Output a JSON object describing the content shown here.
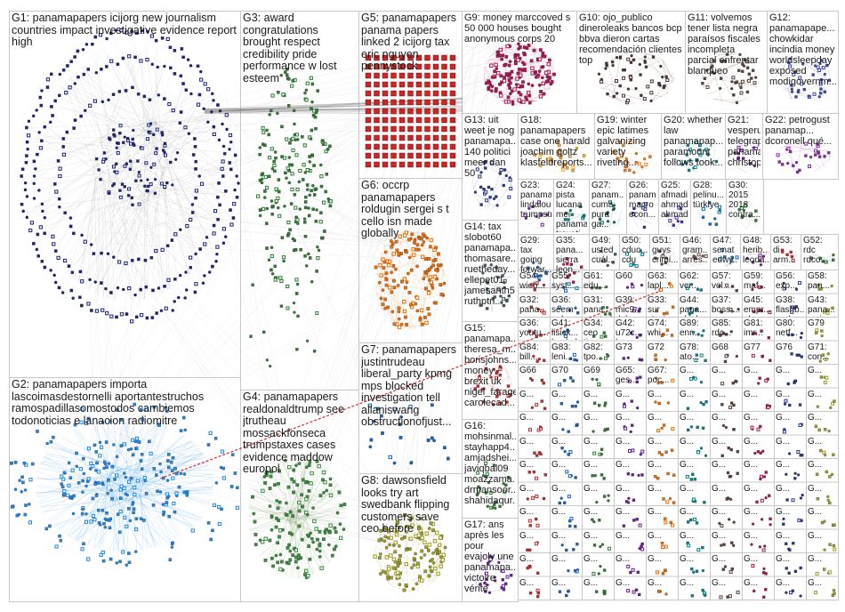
{
  "groups": [
    {
      "id": "G1",
      "text": "G1: panamapapers icijorg new journalism countries impact investigative evidence report high",
      "color": "#1a237e",
      "kind": "ring"
    },
    {
      "id": "G2",
      "text": "G2: panamapapers importa lascoimasdestornelli aportantestruchos ramospadillasomostodos cambiemos todonoticias e lanacion radiomitre",
      "color": "#1e88e5",
      "kind": "blob"
    },
    {
      "id": "G3",
      "text": "G3: award congratulations brought respect credibility pride performance w lost esteem",
      "color": "#2e7d32",
      "kind": "column"
    },
    {
      "id": "G4",
      "text": "G4: panamapapers realdonaldtrump see jtrutheau mossackfonseca trumpstaxes cases evidence maddow europol",
      "color": "#388e3c",
      "kind": "cloud"
    },
    {
      "id": "G5",
      "text": "G5: panamapapers panama papers linked 2 icijorg tax eric nguyen pennystock",
      "color": "#c62828",
      "kind": "grid"
    },
    {
      "id": "G6",
      "text": "G6: occrp panamapapers roldugin sergei s t cello isn made globally",
      "color": "#ef6c00",
      "kind": "oval"
    },
    {
      "id": "G7",
      "text": "G7: panamapapers justintrudeau liberal_party kpmg mps blocked investigation tell allaniswang obstructionofjust...",
      "color": "#1565c0",
      "kind": "scatter"
    },
    {
      "id": "G8",
      "text": "G8: dawsonsfield looks try art swedbank flipping customers save ceo before",
      "color": "#9e9d24",
      "kind": "oval"
    },
    {
      "id": "G9",
      "text": "G9: money marccoved s 50 000 houses bought anonymous corps 20",
      "color": "#ad1457",
      "kind": "oval"
    },
    {
      "id": "G10",
      "text": "G10: ojo_publico dineroleaks bancos bcp bbva dieron cartas recomendación clientes top",
      "color": "#4e342e",
      "kind": "cluster"
    },
    {
      "id": "G11",
      "text": "G11: volvemos tener lista negra paraísos fiscales incompleta parcial enfrentar blanqueo",
      "color": "#5d4037",
      "kind": "cluster"
    },
    {
      "id": "G12",
      "text": "G12: panamapape... chowkidar incindia money worldsleepday exposed modigovernm...",
      "color": "#3949ab",
      "kind": "cluster"
    },
    {
      "id": "G13",
      "text": "G13: uit weet je nog panamapa... 140 politici meer dan 50",
      "color": "#283593",
      "kind": "cluster"
    },
    {
      "id": "G14",
      "text": "G14: tax slobot60 panamapa... thomasare... ruetheday... ellepet01 jamesanth5 ruthptn...",
      "color": "#455a64",
      "kind": "cluster"
    },
    {
      "id": "G15",
      "text": "G15: panamapa... theresa_m... borisjohns... money brexit uk nigel_farage carolecad...",
      "color": "#c62828",
      "kind": "cluster"
    },
    {
      "id": "G16",
      "text": "G16: mohsinmal... stayhapp4... amjadshei... javiqbal09 moazzama... drmansoor... shahidaqur...",
      "color": "#2e7d32",
      "kind": "cluster"
    },
    {
      "id": "G17",
      "text": "G17: ans après les pour evajoly une panamapa... victoire vérité",
      "color": "#6a1b9a",
      "kind": "cluster"
    },
    {
      "id": "G18",
      "text": "G18: panamapapers case one harald joachim goltz klasfeldreports...",
      "color": "#f9a825",
      "kind": "cluster"
    },
    {
      "id": "G19",
      "text": "G19: winter epic latimes galvanizing variety riveting...",
      "color": "#f57f17",
      "kind": "cluster"
    },
    {
      "id": "G20",
      "text": "G20: whether law panamapap... paramount follows took...",
      "color": "#00838f",
      "kind": "cluster"
    },
    {
      "id": "G21",
      "text": "G21: vesperuk telegraph panamapap... christopher...",
      "color": "#6a1b9a",
      "kind": "cluster"
    },
    {
      "id": "G22",
      "text": "G22: petrogust panamap... dcoronell qué...",
      "color": "#8e24aa",
      "kind": "cluster"
    },
    {
      "id": "G23",
      "text": "G23: panamapapers lindalou07... trumpstraff...",
      "color": "#7b1fa2",
      "kind": "cluster"
    },
    {
      "id": "G24",
      "text": "G24: pista lucana mei panamap... trovati...",
      "color": "#00897b",
      "kind": "cluster"
    },
    {
      "id": "G25",
      "text": "G25: afmadi... ahmadi... ahmadi...",
      "color": "#512da8",
      "kind": "cluster"
    },
    {
      "id": "G26",
      "text": "G26: panam... macro econ...",
      "color": "#283593",
      "kind": "cluster"
    },
    {
      "id": "G27",
      "text": "G27: panam... cuma pura ga...",
      "color": "#00695c",
      "kind": "cluster"
    },
    {
      "id": "G28",
      "text": "G28: pelinu... türkiye",
      "color": "#0277bd",
      "kind": "cluster"
    },
    {
      "id": "G30",
      "text": "G30: 2015 2018 contra...",
      "color": "#2e7d32",
      "kind": "cluster"
    },
    {
      "id": "G29",
      "text": "G29: tax going forwar...",
      "color": "#1565c0",
      "kind": "cluster"
    },
    {
      "id": "G35",
      "text": "G35: pana... sierra leon...",
      "color": "#ad1457",
      "kind": "cluster"
    },
    {
      "id": "G49",
      "text": "G49: usted cuál...",
      "color": "#455a64",
      "kind": "cluster"
    },
    {
      "id": "G50",
      "text": "G50: cduc... cdu",
      "color": "#00838f",
      "kind": "cluster"
    },
    {
      "id": "G51",
      "text": "G51: guys crimi...",
      "color": "#5d4037",
      "kind": "cluster"
    },
    {
      "id": "G46",
      "text": "G46: gram... arres...",
      "color": "#6d4c41",
      "kind": "cluster"
    },
    {
      "id": "G47",
      "text": "G47: senat edwy...",
      "color": "#1565c0",
      "kind": "cluster"
    },
    {
      "id": "G48",
      "text": "G48: herib... leoda...",
      "color": "#7b1fa2",
      "kind": "cluster"
    },
    {
      "id": "G53",
      "text": "G53: di arm...",
      "color": "#c62828",
      "kind": "cluster"
    },
    {
      "id": "G52",
      "text": "G52: rdc rdco...",
      "color": "#2e7d32",
      "kind": "cluster"
    }
  ],
  "small_groups": [
    "G54: wieb...",
    "G55: syst...",
    "G61: edu...",
    "G60",
    "G63: lapl...",
    "G62: ver...",
    "G57: vol...",
    "G59: maf...",
    "G56: exp...",
    "G58: pan...",
    "G32: pana... pana... paper...",
    "G36: seem unbe...",
    "G31: pana... wanted quebe...",
    "G39: mic9... dube...",
    "G33: sur c'est...",
    "G44: pana... ukiol...",
    "G37: boss ...",
    "G45: empr... abar...",
    "G38: flashb... podes...",
    "G43: pana... syria...",
    "G36: youtu... pana...",
    "G41: lisick... huckab...",
    "G34: ceo timme...",
    "G42: u72c... hega...",
    "G74: whi...",
    "G89: enr...",
    "G85: rdc...",
    "G81: imr...",
    "G80: netf...",
    "G79",
    "G84: bill...",
    "G83: leni...",
    "G82: tpo...",
    "G73",
    "G72",
    "G78: ato...",
    "G68",
    "G77",
    "G76",
    "G71: con...",
    "G66",
    "G70",
    "G69",
    "G65: ges...",
    "G67: poc..."
  ],
  "legend": "grouped network graph of Twitter users mentioning panamapapers"
}
